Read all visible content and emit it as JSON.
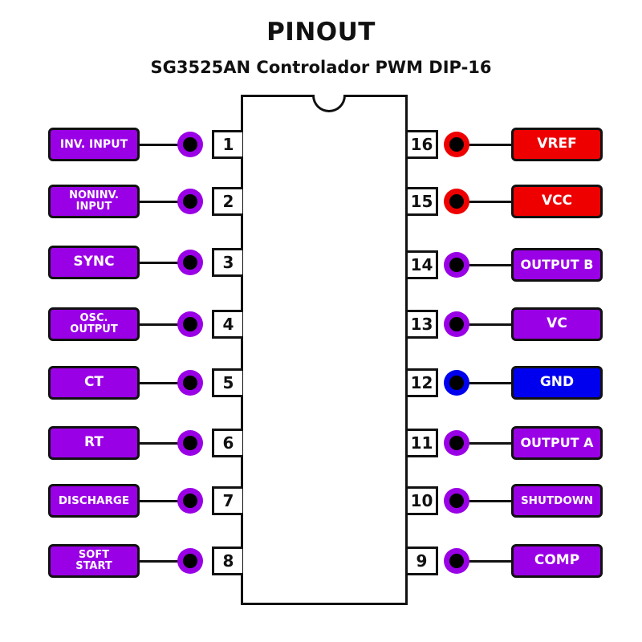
{
  "header": {
    "title": "PINOUT",
    "subtitle": "SG3525AN Controlador PWM DIP-16"
  },
  "colors": {
    "signal": "#9a00e6",
    "power": "#ee0000",
    "ground": "#0000ee",
    "outline": "#111111"
  },
  "pins": [
    {
      "number": "1",
      "label": "INV. INPUT",
      "type": "signal",
      "side": "left"
    },
    {
      "number": "2",
      "label": "NONINV.\nINPUT",
      "type": "signal",
      "side": "left"
    },
    {
      "number": "3",
      "label": "SYNC",
      "type": "signal",
      "side": "left"
    },
    {
      "number": "4",
      "label": "OSC.\nOUTPUT",
      "type": "signal",
      "side": "left"
    },
    {
      "number": "5",
      "label": "CT",
      "type": "signal",
      "side": "left"
    },
    {
      "number": "6",
      "label": "RT",
      "type": "signal",
      "side": "left"
    },
    {
      "number": "7",
      "label": "DISCHARGE",
      "type": "signal",
      "side": "left"
    },
    {
      "number": "8",
      "label": "SOFT\nSTART",
      "type": "signal",
      "side": "left"
    },
    {
      "number": "16",
      "label": "VREF",
      "type": "power",
      "side": "right"
    },
    {
      "number": "15",
      "label": "VCC",
      "type": "power",
      "side": "right"
    },
    {
      "number": "14",
      "label": "OUTPUT B",
      "type": "signal",
      "side": "right"
    },
    {
      "number": "13",
      "label": "VC",
      "type": "signal",
      "side": "right"
    },
    {
      "number": "12",
      "label": "GND",
      "type": "ground",
      "side": "right"
    },
    {
      "number": "11",
      "label": "OUTPUT A",
      "type": "signal",
      "side": "right"
    },
    {
      "number": "10",
      "label": "SHUTDOWN",
      "type": "signal",
      "side": "right"
    },
    {
      "number": "9",
      "label": "COMP",
      "type": "signal",
      "side": "right"
    }
  ]
}
